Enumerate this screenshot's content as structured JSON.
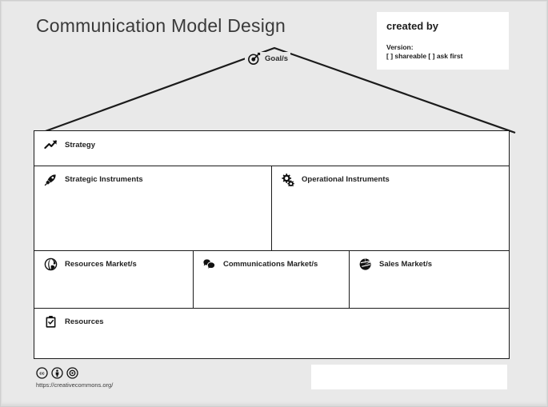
{
  "page": {
    "title": "Communication Model Design",
    "background_color": "#e9e9e9",
    "canvas_color": "#ffffff",
    "line_color": "#1b1b1b"
  },
  "created_by": {
    "heading": "created by",
    "version_label": "Version:",
    "checkboxes": "[ ] shareable [ ] ask first"
  },
  "roof": {
    "goal": {
      "label": "Goal/s",
      "icon": "target-icon"
    }
  },
  "rows": {
    "strategy": {
      "label": "Strategy",
      "icon": "trending-up-icon"
    },
    "instruments": [
      {
        "label": "Strategic Instruments",
        "icon": "rocket-icon"
      },
      {
        "label": "Operational Instruments",
        "icon": "gears-icon"
      }
    ],
    "markets": [
      {
        "label": "Resources Market/s",
        "icon": "globe-icon"
      },
      {
        "label": "Communications Market/s",
        "icon": "speech-bubbles-icon"
      },
      {
        "label": "Sales Market/s",
        "icon": "pie-chart-icon"
      }
    ],
    "resources": {
      "label": "Resources",
      "icon": "clipboard-check-icon"
    }
  },
  "footer": {
    "license_badges": [
      "cc-icon",
      "by-person-icon",
      "share-alike-icon"
    ],
    "url": "https://creativecommons.org/",
    "bottom_box_text": ""
  }
}
